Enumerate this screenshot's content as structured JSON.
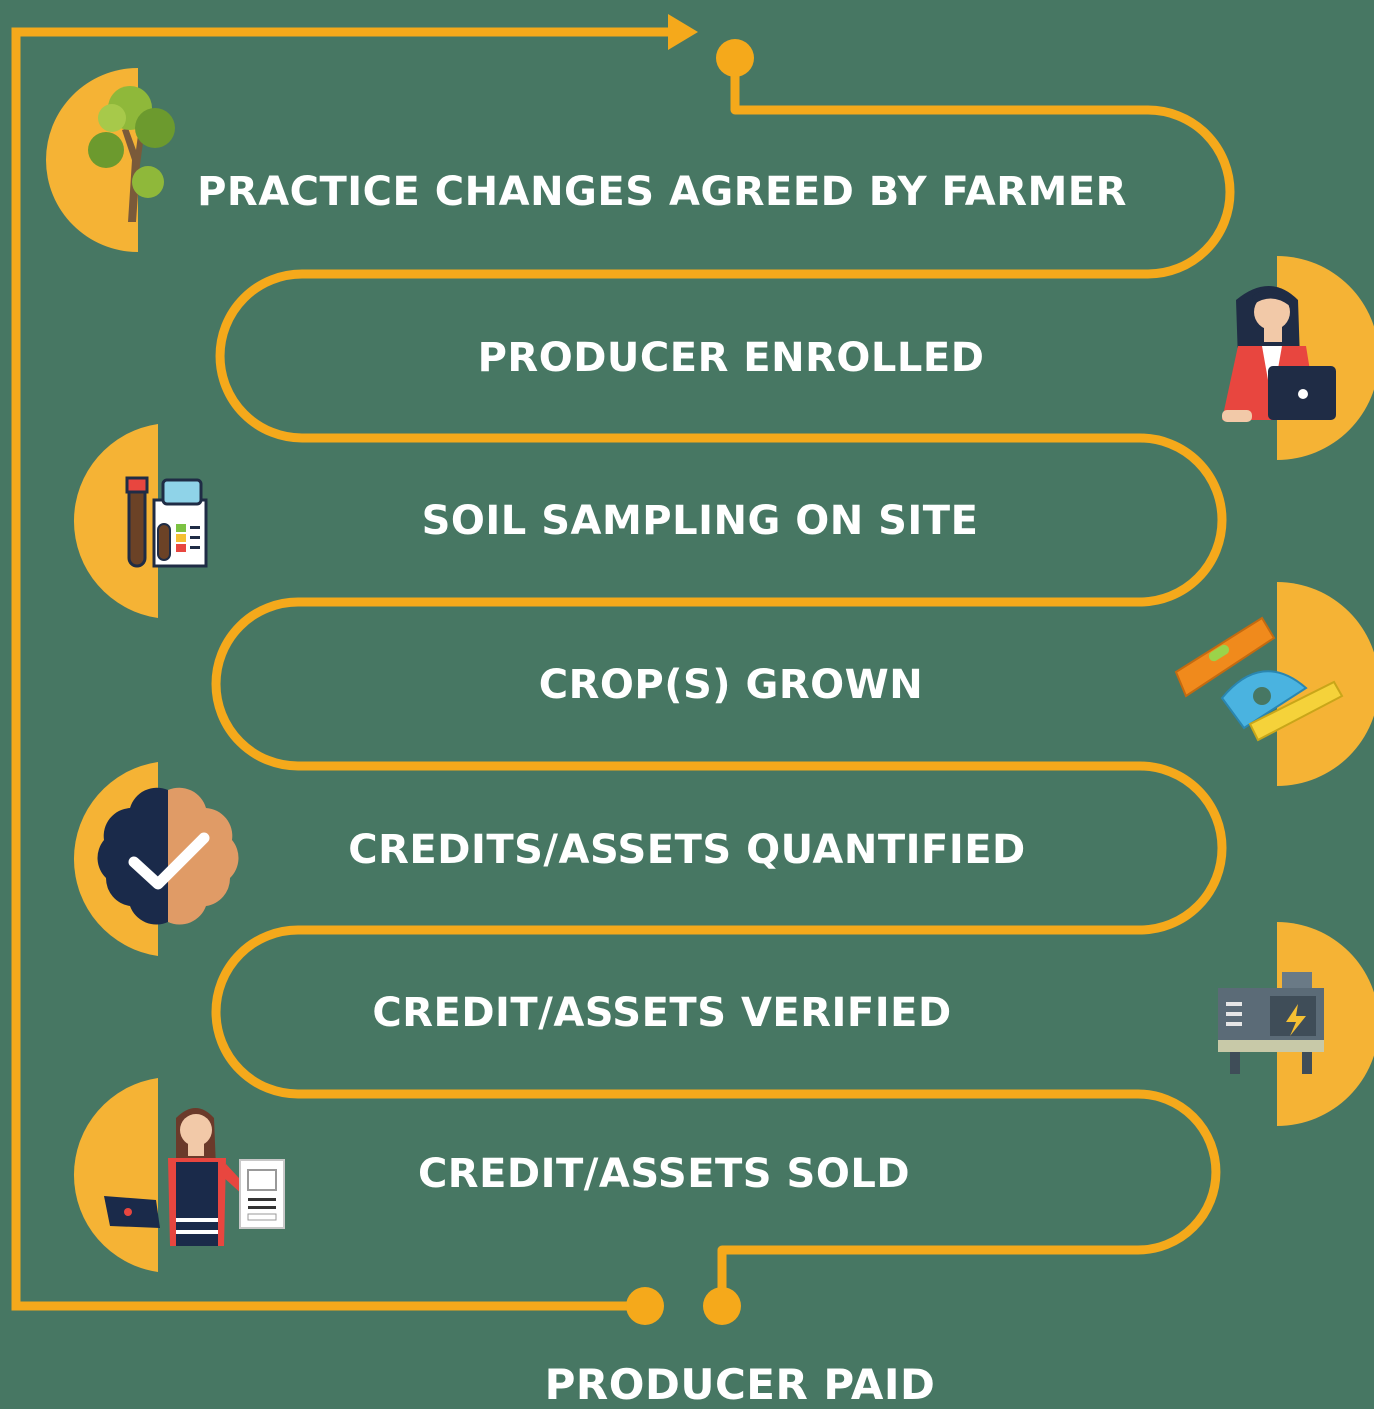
{
  "colors": {
    "background": "#477763",
    "path": "#f5a91b",
    "badge": "#f5b335",
    "text": "#ffffff"
  },
  "steps": [
    {
      "label": "PRACTICE CHANGES AGREED BY FARMER",
      "icon": "tree-icon"
    },
    {
      "label": "PRODUCER ENROLLED",
      "icon": "woman-laptop-icon"
    },
    {
      "label": "SOIL SAMPLING ON SITE",
      "icon": "ph-test-tube-icon"
    },
    {
      "label": "CROP(S) GROWN",
      "icon": "spirit-level-ruler-icon"
    },
    {
      "label": "CREDITS/ASSETS QUANTIFIED",
      "icon": "verified-badge-icon"
    },
    {
      "label": "CREDIT/ASSETS VERIFIED",
      "icon": "generator-icon"
    },
    {
      "label": "CREDIT/ASSETS SOLD",
      "icon": "woman-presenting-document-icon"
    }
  ],
  "final": {
    "label": "PRODUCER PAID"
  }
}
